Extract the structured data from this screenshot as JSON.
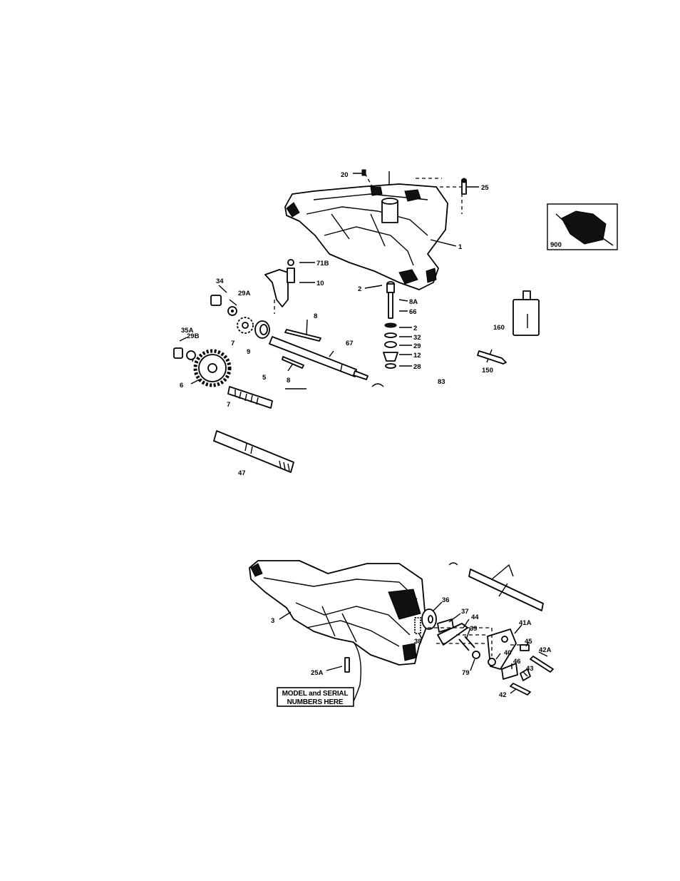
{
  "upper_callouts": {
    "c1": "1",
    "c2a": "2",
    "c2b": "2",
    "c5": "5",
    "c6": "6",
    "c7a": "7",
    "c7b": "7",
    "c8a": "8",
    "c8b": "8",
    "c8A": "8A",
    "c9": "9",
    "c10": "10",
    "c12": "12",
    "c20": "20",
    "c25": "25",
    "c28": "28",
    "c29": "29",
    "c29A": "29A",
    "c29B": "29B",
    "c32": "32",
    "c34": "34",
    "c35A": "35A",
    "c47": "47",
    "c66": "66",
    "c67": "67",
    "c71B": "71B",
    "c83": "83",
    "c150": "150",
    "c160": "160",
    "c900": "900"
  },
  "lower_callouts": {
    "c3": "3",
    "c25A": "25A",
    "c36": "36",
    "c37": "37",
    "c38": "38",
    "c39": "39",
    "c40": "40",
    "c41A": "41A",
    "c42": "42",
    "c42A": "42A",
    "c43": "43",
    "c44": "44",
    "c45": "45",
    "c46": "46",
    "c79": "79"
  },
  "model_serial_label": [
    "MODEL and SERIAL",
    "NUMBERS HERE"
  ]
}
